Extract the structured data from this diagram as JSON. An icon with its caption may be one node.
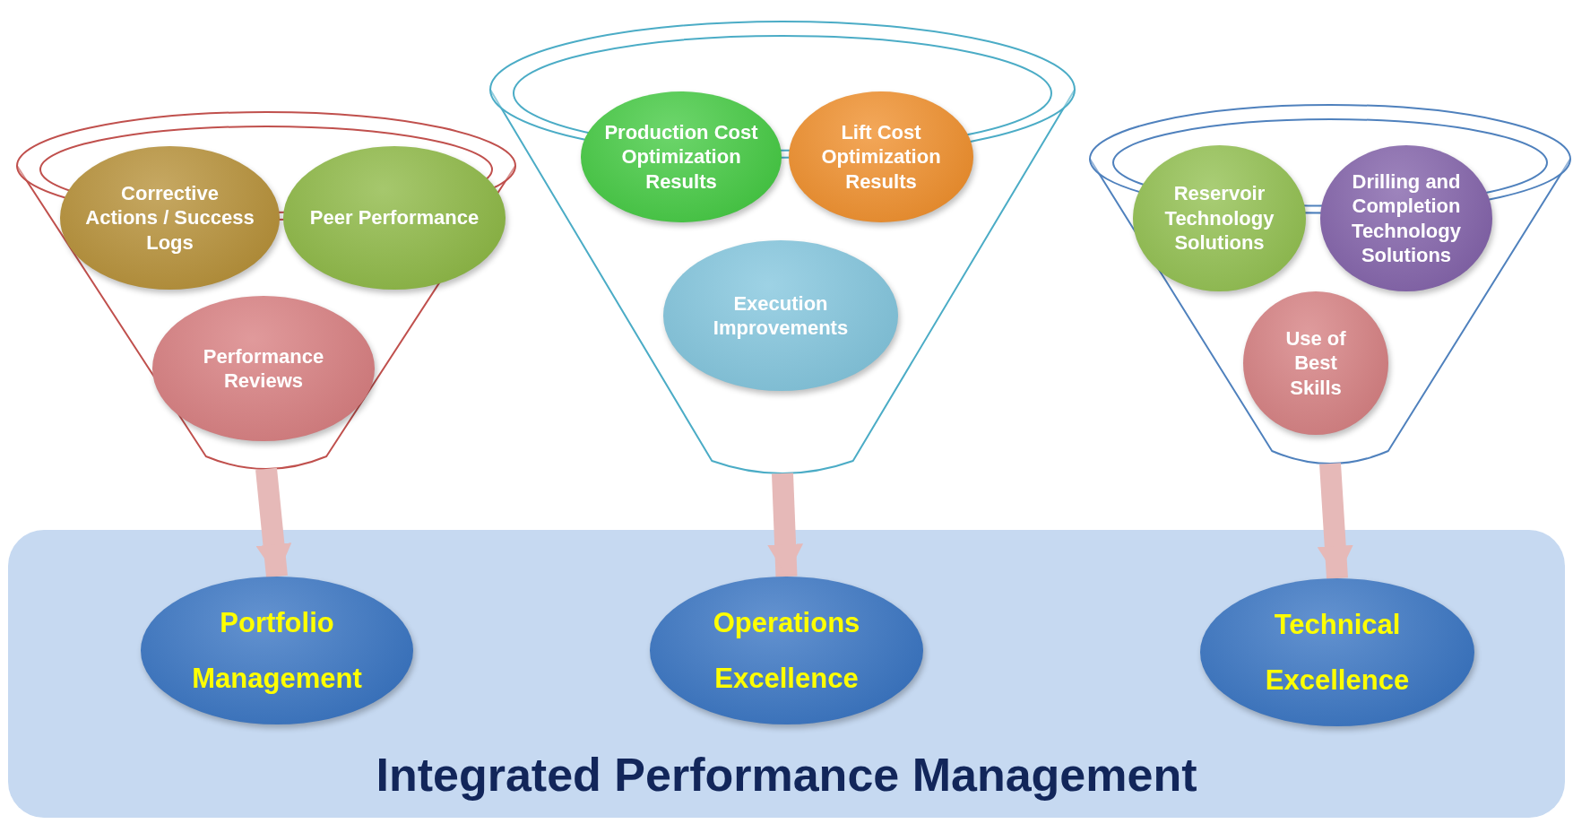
{
  "diagram": {
    "nodes": [
      {
        "text": [],
        "shape": "funnel"
      },
      {
        "text": [
          "Corrective Actions / Success Logs"
        ],
        "in": 0
      },
      {
        "text": [
          "Peer Performance"
        ],
        "in": 0
      },
      {
        "text": [
          "Performance Reviews"
        ],
        "in": 0
      },
      {
        "text": [],
        "shape": "funnel"
      },
      {
        "text": [
          "Production Cost Optimization Results"
        ],
        "in": 4
      },
      {
        "text": [
          "Lift Cost Optimization Results"
        ],
        "in": 4
      },
      {
        "text": [
          "Execution Improvements"
        ],
        "in": 4
      },
      {
        "text": [],
        "shape": "funnel"
      },
      {
        "text": [
          "Reservoir Technology Solutions"
        ],
        "in": 8
      },
      {
        "text": [
          "Drilling and Completion Technology Solutions"
        ],
        "in": 8
      },
      {
        "text": [
          "Use of Best Skills"
        ],
        "in": 8
      },
      {
        "text": [
          "Integrated Performance Management"
        ]
      },
      {
        "text": [
          "Portfolio Management"
        ],
        "in": 12
      },
      {
        "text": [
          "Operations Excellence"
        ],
        "in": 12
      },
      {
        "text": [
          "Technical Excellence"
        ],
        "in": 12
      }
    ],
    "edges": [
      {
        "from": 0,
        "to": 13,
        "arrow": "to"
      },
      {
        "from": 4,
        "to": 14,
        "arrow": "to"
      },
      {
        "from": 8,
        "to": 15,
        "arrow": "to"
      }
    ]
  }
}
